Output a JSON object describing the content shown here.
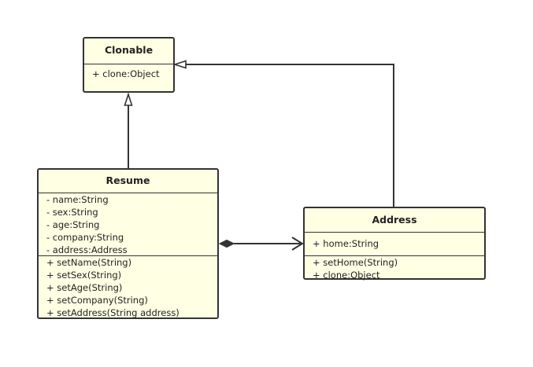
{
  "classes": {
    "clonable": {
      "name": "Clonable",
      "methods": [
        "+ clone:Object"
      ]
    },
    "resume": {
      "name": "Resume",
      "attributes": [
        "- name:String",
        "- sex:String",
        "- age:String",
        "- company:String",
        "- address:Address"
      ],
      "methods": [
        "+ setName(String)",
        "+ setSex(String)",
        "+ setAge(String)",
        "+ setCompany(String)",
        "+ setAddress(String address)"
      ]
    },
    "address": {
      "name": "Address",
      "attributes": [
        "+ home:String"
      ],
      "methods": [
        "+ setHome(String)",
        "+ clone:Object"
      ]
    }
  },
  "relations": [
    {
      "kind": "realization",
      "from": "resume",
      "to": "clonable"
    },
    {
      "kind": "realization",
      "from": "address",
      "to": "clonable"
    },
    {
      "kind": "composition",
      "from": "resume",
      "to": "address"
    }
  ]
}
